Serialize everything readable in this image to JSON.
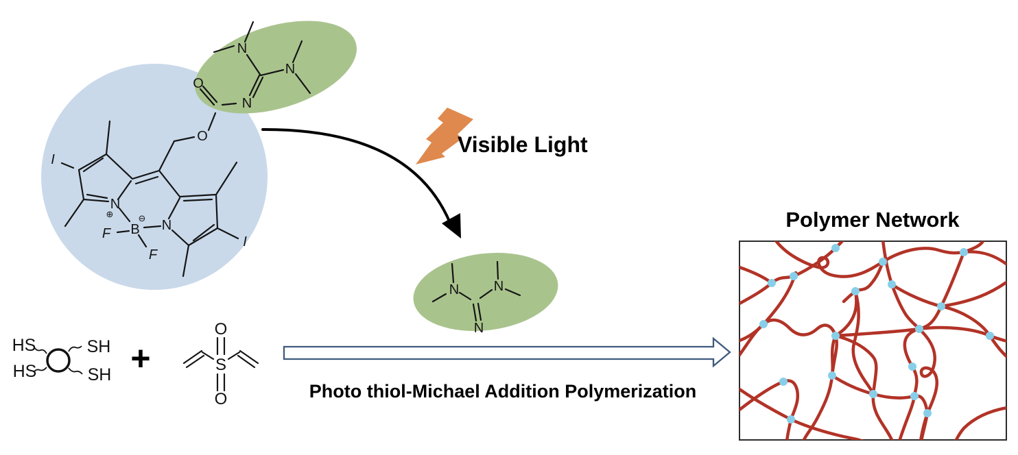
{
  "colors": {
    "highlight_blue": "#c9d9ea",
    "highlight_green": "#a9c38d",
    "bolt_orange": "#df894e",
    "arrow_outline": "#3e5a7d",
    "strand_red": "#b23327",
    "crosslink_blue": "#87cfe9",
    "ink": "#151515"
  },
  "labels": {
    "visible_light": "Visible Light",
    "reaction": "Photo thiol-Michael Addition Polymerization",
    "polymer_network_title": "Polymer Network",
    "plus_operator": "+"
  },
  "photocage": {
    "iodine_left": "I",
    "iodine_right": "I",
    "nitrogen_left": "N",
    "nitrogen_right": "N",
    "boron": "B",
    "fluorine_left": "F",
    "fluorine_bottom": "F",
    "positive_charge": "⊕",
    "negative_charge": "⊖",
    "carbonyl_oxygen": "O",
    "ester_oxygen": "O"
  },
  "guanidine_caged": {
    "amine_n_left": "N",
    "amine_n_right": "N",
    "imine_n": "N"
  },
  "guanidine_released": {
    "amine_n_left": "N",
    "amine_n_right": "N",
    "imine_n": "N"
  },
  "tetrathiol": {
    "hs_top_left": "HS",
    "sh_top_right": "SH",
    "hs_bottom_left": "HS",
    "sh_bottom_right": "SH"
  },
  "divinyl_sulfone": {
    "oxygen_top": "O",
    "sulfur": "S",
    "oxygen_bottom": "O"
  }
}
